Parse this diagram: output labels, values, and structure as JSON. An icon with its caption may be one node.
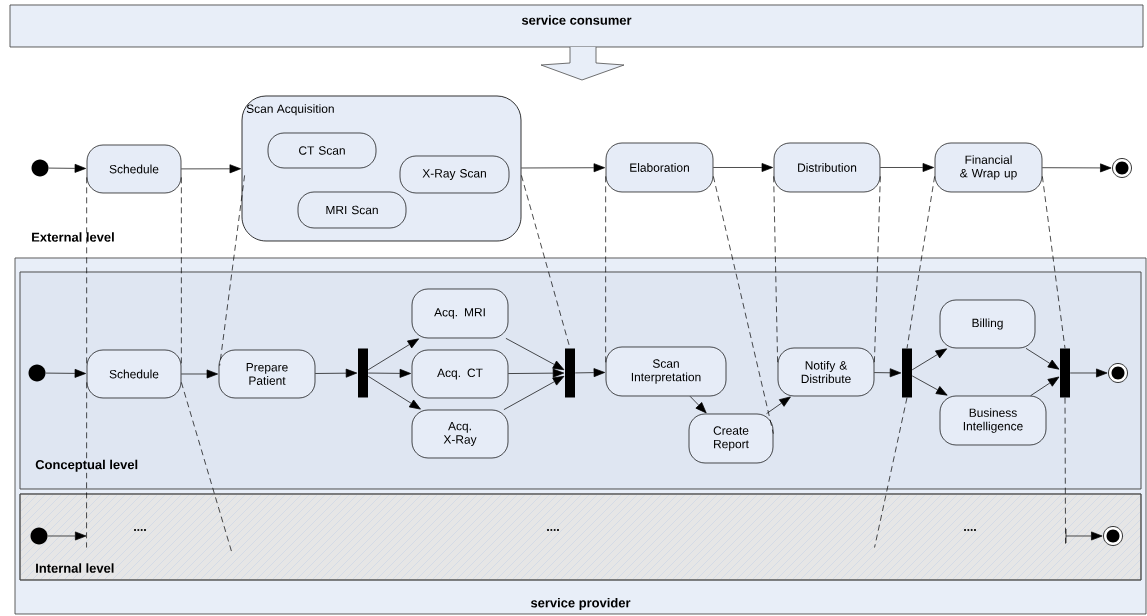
{
  "diagram": {
    "nodes": [
      {
        "text": [
          "service consumer"
        ]
      },
      {
        "text": [
          "service provider"
        ]
      },
      {
        "text": [
          "Conceptual level"
        ],
        "in": 1
      },
      {
        "text": [
          "Internal level"
        ],
        "in": 1
      },
      {
        "text": [],
        "shape": "circle"
      },
      {
        "text": [
          "Schedule"
        ]
      },
      {
        "text": [
          "Scan Acquisition"
        ]
      },
      {
        "text": [
          "CT Scan"
        ],
        "in": 6
      },
      {
        "text": [
          "X-Ray Scan"
        ],
        "in": 6
      },
      {
        "text": [
          "MRI Scan"
        ],
        "in": 6
      },
      {
        "text": [
          "Elaboration"
        ]
      },
      {
        "text": [
          "Distribution"
        ]
      },
      {
        "text": [
          "Financial & Wrap up"
        ]
      },
      {
        "text": [],
        "shape": "circle"
      },
      {
        "text": [],
        "shape": "circle",
        "in": 2
      },
      {
        "text": [
          "Schedule"
        ],
        "in": 2
      },
      {
        "text": [
          "Prepare Patient"
        ],
        "in": 2
      },
      {
        "text": [],
        "shape": "bar",
        "in": 2
      },
      {
        "text": [
          "Acq. MRI"
        ],
        "in": 2
      },
      {
        "text": [
          "Acq. CT"
        ],
        "in": 2
      },
      {
        "text": [
          "Acq. X-Ray"
        ],
        "in": 2
      },
      {
        "text": [],
        "shape": "bar",
        "in": 2
      },
      {
        "text": [
          "Scan Interpretation"
        ],
        "in": 2
      },
      {
        "text": [
          "Create Report"
        ],
        "in": 2
      },
      {
        "text": [
          "Notify & Distribute"
        ],
        "in": 2
      },
      {
        "text": [],
        "shape": "bar",
        "in": 2
      },
      {
        "text": [
          "Billing"
        ],
        "in": 2
      },
      {
        "text": [
          "Business Intelligence"
        ],
        "in": 2
      },
      {
        "text": [],
        "shape": "bar",
        "in": 2
      },
      {
        "text": [],
        "shape": "circle",
        "in": 2
      },
      {
        "text": [],
        "shape": "circle",
        "in": 3
      },
      {
        "text": [],
        "shape": "circle",
        "in": 3
      }
    ],
    "edges": [
      {
        "from": 4,
        "to": 5,
        "arrow": "to"
      },
      {
        "from": 5,
        "to": 6,
        "arrow": "to"
      },
      {
        "from": 6,
        "to": 10,
        "arrow": "to"
      },
      {
        "from": 10,
        "to": 11,
        "arrow": "to"
      },
      {
        "from": 11,
        "to": 12,
        "arrow": "to"
      },
      {
        "from": 12,
        "to": 13,
        "arrow": "to"
      },
      {
        "from": 14,
        "to": 15,
        "arrow": "to"
      },
      {
        "from": 15,
        "to": 16,
        "arrow": "to"
      },
      {
        "from": 16,
        "to": 17,
        "arrow": "to"
      },
      {
        "from": 17,
        "to": 18,
        "arrow": "to"
      },
      {
        "from": 17,
        "to": 19,
        "arrow": "to"
      },
      {
        "from": 17,
        "to": 20,
        "arrow": "to"
      },
      {
        "from": 18,
        "to": 21,
        "arrow": "to"
      },
      {
        "from": 19,
        "to": 21,
        "arrow": "to"
      },
      {
        "from": 20,
        "to": 21,
        "arrow": "to"
      },
      {
        "from": 21,
        "to": 22,
        "arrow": "to"
      },
      {
        "from": 22,
        "to": 23,
        "arrow": "to"
      },
      {
        "from": 23,
        "to": 24,
        "arrow": "to"
      },
      {
        "from": 24,
        "to": 25,
        "arrow": "to"
      },
      {
        "from": 25,
        "to": 26,
        "arrow": "to"
      },
      {
        "from": 25,
        "to": 27,
        "arrow": "to"
      },
      {
        "from": 26,
        "to": 28,
        "arrow": "to"
      },
      {
        "from": 27,
        "to": 28,
        "arrow": "to"
      },
      {
        "from": 28,
        "to": 29,
        "arrow": "to"
      },
      {
        "from": 30,
        "to": null,
        "arrow": "to"
      },
      {
        "from": null,
        "to": 31,
        "arrow": "to"
      },
      {
        "from": 5,
        "to": 15,
        "arrow": "none",
        "style": "dashed"
      },
      {
        "from": 15,
        "to": 3,
        "arrow": "none",
        "style": "dashed"
      },
      {
        "from": 5,
        "to": 15,
        "arrow": "none",
        "style": "dashed"
      },
      {
        "from": 15,
        "to": 3,
        "arrow": "none",
        "style": "dashed"
      },
      {
        "from": 6,
        "to": 16,
        "arrow": "none",
        "style": "dashed"
      },
      {
        "from": 6,
        "to": 21,
        "arrow": "none",
        "style": "dashed"
      },
      {
        "from": 10,
        "to": 22,
        "arrow": "none",
        "style": "dashed"
      },
      {
        "from": 10,
        "to": 23,
        "arrow": "none",
        "style": "dashed"
      },
      {
        "from": 11,
        "to": 24,
        "arrow": "none",
        "style": "dashed"
      },
      {
        "from": 11,
        "to": 24,
        "arrow": "none",
        "style": "dashed"
      },
      {
        "from": 12,
        "to": 25,
        "arrow": "none",
        "style": "dashed"
      },
      {
        "from": 25,
        "to": 3,
        "arrow": "none",
        "style": "dashed"
      },
      {
        "from": 12,
        "to": 28,
        "arrow": "none",
        "style": "dashed"
      },
      {
        "from": 28,
        "to": 3,
        "arrow": "none",
        "style": "dashed"
      }
    ],
    "labels": [
      "External level",
      "....",
      "....",
      "...."
    ]
  }
}
